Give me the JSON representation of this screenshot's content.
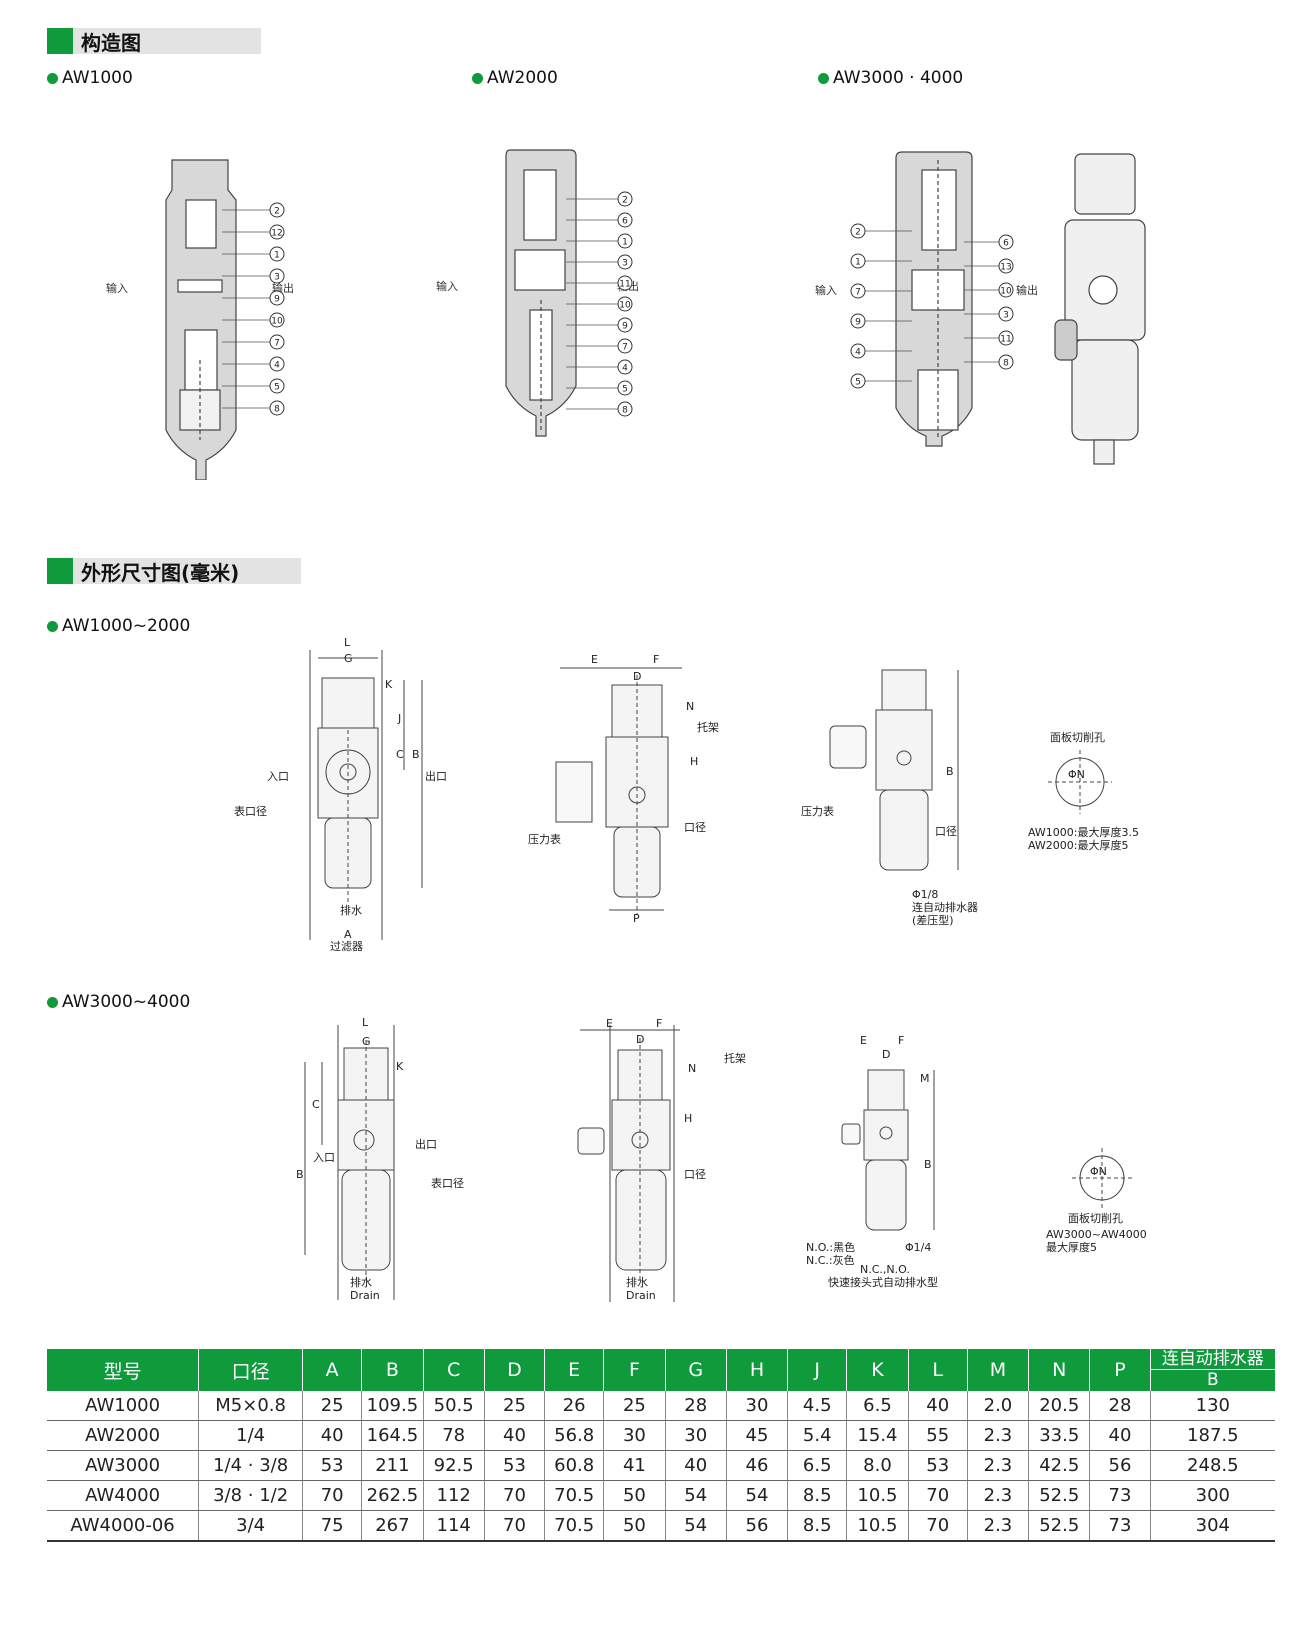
{
  "sections": {
    "structure": "构造图",
    "dimensions": "外形尺寸图(毫米)"
  },
  "structure_models": [
    "AW1000",
    "AW2000",
    "AW3000 · 4000"
  ],
  "dimension_groups": [
    "AW1000~2000",
    "AW3000~4000"
  ],
  "diagram_labels": {
    "input": "输入",
    "output": "输出",
    "aw1000_parts": [
      "2",
      "12",
      "1",
      "3",
      "9",
      "10",
      "7",
      "4",
      "5",
      "8"
    ],
    "aw2000_parts": [
      "2",
      "6",
      "1",
      "3",
      "11",
      "10",
      "9",
      "7",
      "4",
      "5",
      "8"
    ],
    "aw3000_left_parts": [
      "2",
      "1",
      "7",
      "9",
      "4",
      "5"
    ],
    "aw3000_right_parts": [
      "6",
      "13",
      "10",
      "3",
      "11",
      "8"
    ],
    "inlet": "入口",
    "outlet": "出口",
    "gauge_port": "表口径",
    "drain": "排水",
    "drain_en": "Drain",
    "filter": "过滤器",
    "bracket": "托架",
    "gauge": "压力表",
    "port": "口径",
    "panel_hole": "面板切削孔",
    "aw1000_panel": "AW1000:最大厚度3.5",
    "aw2000_panel": "AW2000:最大厚度5",
    "aw3000_panel1": "AW3000~AW4000",
    "aw3000_panel2": "最大厚度5",
    "phi18": "Φ1/8",
    "phi14": "Φ1/4",
    "autodrain1": "连自动排水器",
    "autodrain2": "(差压型)",
    "no_black": "N.O.:黑色",
    "nc_gray": "N.C.:灰色",
    "ncno": "N.C.,N.O.",
    "quick_drain": "快速接头式自动排水型",
    "phiN": "ΦN",
    "letters": [
      "L",
      "G",
      "K",
      "J",
      "C",
      "B",
      "A",
      "E",
      "F",
      "D",
      "N",
      "H",
      "P",
      "M"
    ]
  },
  "table": {
    "headers": [
      "型号",
      "口径",
      "A",
      "B",
      "C",
      "D",
      "E",
      "F",
      "G",
      "H",
      "J",
      "K",
      "L",
      "M",
      "N",
      "P"
    ],
    "autodrain_header": "连自动排水器",
    "autodrain_sub": "B",
    "rows": [
      [
        "AW1000",
        "M5×0.8",
        "25",
        "109.5",
        "50.5",
        "25",
        "26",
        "25",
        "28",
        "30",
        "4.5",
        "6.5",
        "40",
        "2.0",
        "20.5",
        "28",
        "130"
      ],
      [
        "AW2000",
        "1/4",
        "40",
        "164.5",
        "78",
        "40",
        "56.8",
        "30",
        "30",
        "45",
        "5.4",
        "15.4",
        "55",
        "2.3",
        "33.5",
        "40",
        "187.5"
      ],
      [
        "AW3000",
        "1/4 · 3/8",
        "53",
        "211",
        "92.5",
        "53",
        "60.8",
        "41",
        "40",
        "46",
        "6.5",
        "8.0",
        "53",
        "2.3",
        "42.5",
        "56",
        "248.5"
      ],
      [
        "AW4000",
        "3/8 · 1/2",
        "70",
        "262.5",
        "112",
        "70",
        "70.5",
        "50",
        "54",
        "54",
        "8.5",
        "10.5",
        "70",
        "2.3",
        "52.5",
        "73",
        "300"
      ],
      [
        "AW4000-06",
        "3/4",
        "75",
        "267",
        "114",
        "70",
        "70.5",
        "50",
        "54",
        "56",
        "8.5",
        "10.5",
        "70",
        "2.3",
        "52.5",
        "73",
        "304"
      ]
    ]
  }
}
